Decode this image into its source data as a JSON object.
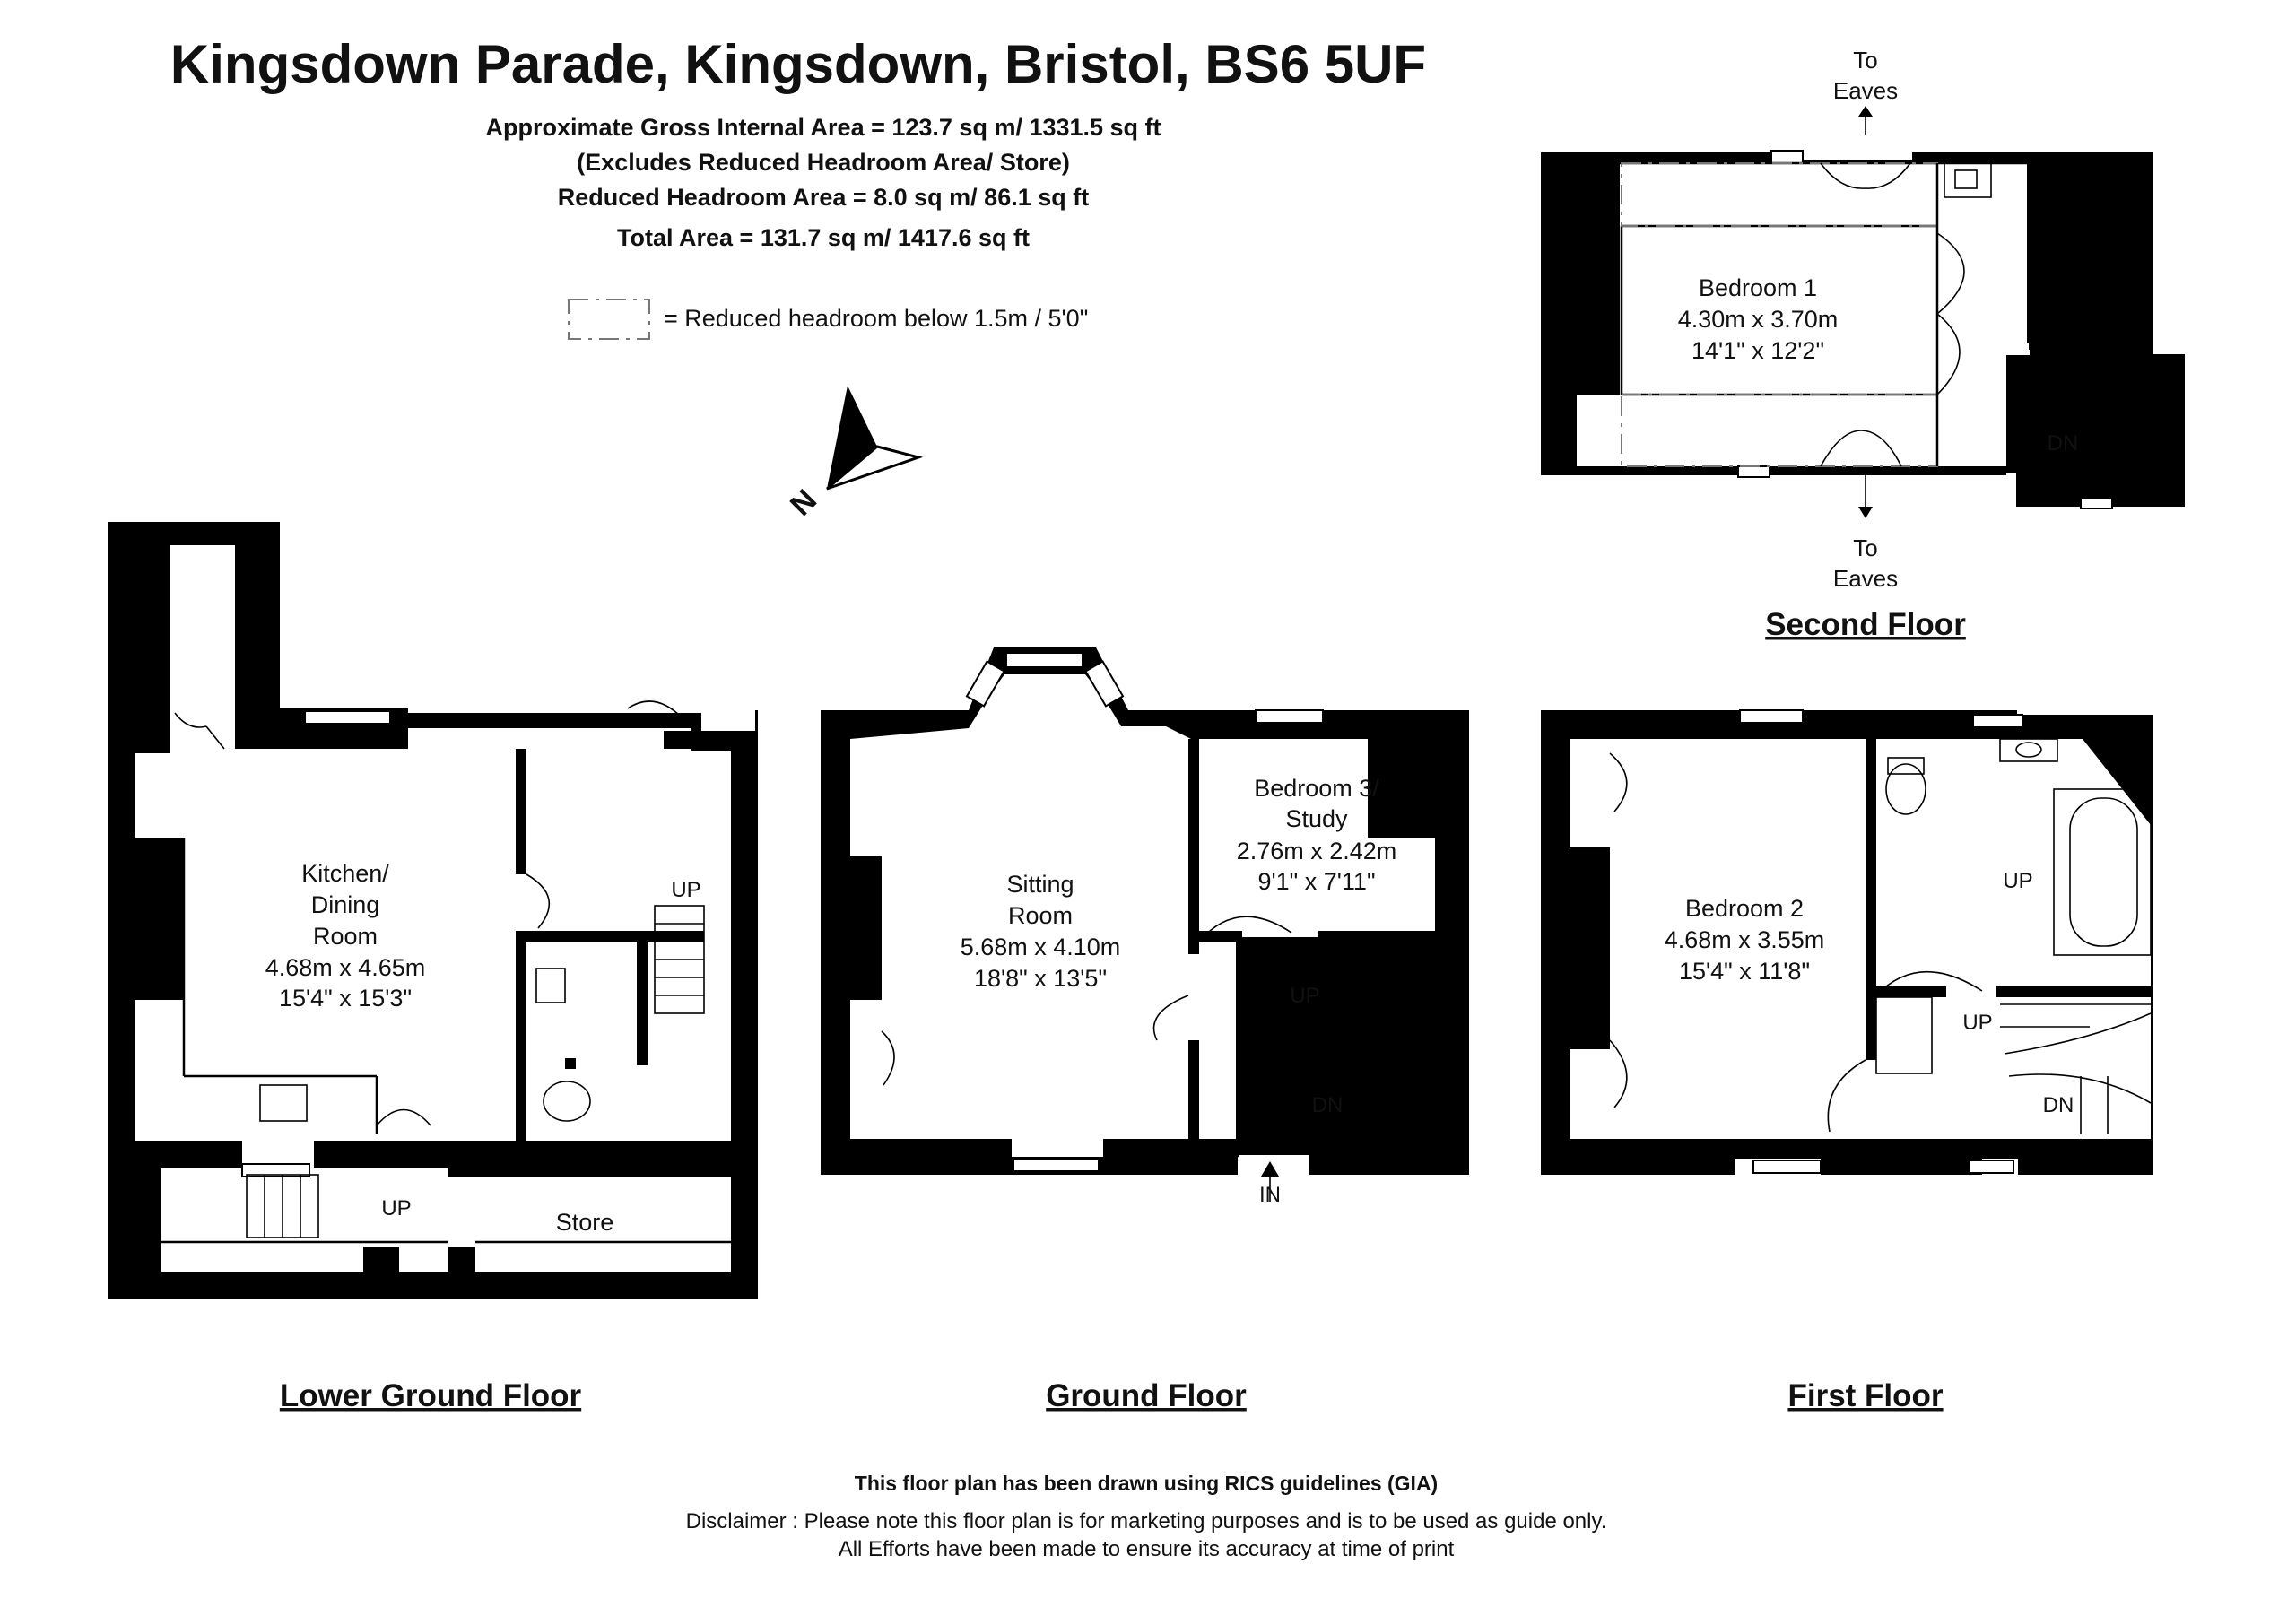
{
  "header": {
    "title": "Kingsdown Parade, Kingsdown, Bristol, BS6 5UF",
    "area_lines": [
      "Approximate Gross Internal Area = 123.7 sq m/ 1331.5 sq ft",
      "(Excludes Reduced Headroom Area/ Store)",
      "Reduced Headroom Area = 8.0 sq m/ 86.1 sq ft",
      "Total Area = 131.7 sq m/ 1417.6 sq ft"
    ],
    "legend_text": "= Reduced headroom below 1.5m / 5'0\""
  },
  "compass": {
    "label": "N"
  },
  "floors": {
    "lower_ground": {
      "name": "Lower Ground Floor",
      "rooms": [
        {
          "lines": [
            "Kitchen/",
            "Dining",
            "Room",
            "4.68m x 4.65m",
            "15'4\" x 15'3\""
          ]
        },
        {
          "lines": [
            "Store"
          ]
        }
      ],
      "labels": [
        "UP",
        "UP"
      ]
    },
    "ground": {
      "name": "Ground Floor",
      "rooms": [
        {
          "lines": [
            "Sitting",
            "Room",
            "5.68m x 4.10m",
            "18'8\" x 13'5\""
          ]
        },
        {
          "lines": [
            "Bedroom 3/",
            "Study",
            "2.76m x 2.42m",
            "9'1\" x 7'11\""
          ]
        }
      ],
      "labels": [
        "UP",
        "DN",
        "IN"
      ]
    },
    "first": {
      "name": "First Floor",
      "rooms": [
        {
          "lines": [
            "Bedroom 2",
            "4.68m x 3.55m",
            "15'4\" x 11'8\""
          ]
        }
      ],
      "labels": [
        "UP",
        "UP",
        "DN"
      ]
    },
    "second": {
      "name": "Second Floor",
      "rooms": [
        {
          "lines": [
            "Bedroom 1",
            "4.30m x 3.70m",
            "14'1\" x 12'2\""
          ]
        }
      ],
      "labels": [
        "DN"
      ],
      "eaves_top": [
        "To",
        "Eaves"
      ],
      "eaves_bottom": [
        "To",
        "Eaves"
      ]
    }
  },
  "footer": {
    "rics": "This floor plan has been drawn using RICS guidelines (GIA)",
    "disclaimer": [
      "Disclaimer : Please note this floor plan is for marketing purposes and is to be used as guide only.",
      "All Efforts have been made to ensure its accuracy at time of print"
    ]
  }
}
